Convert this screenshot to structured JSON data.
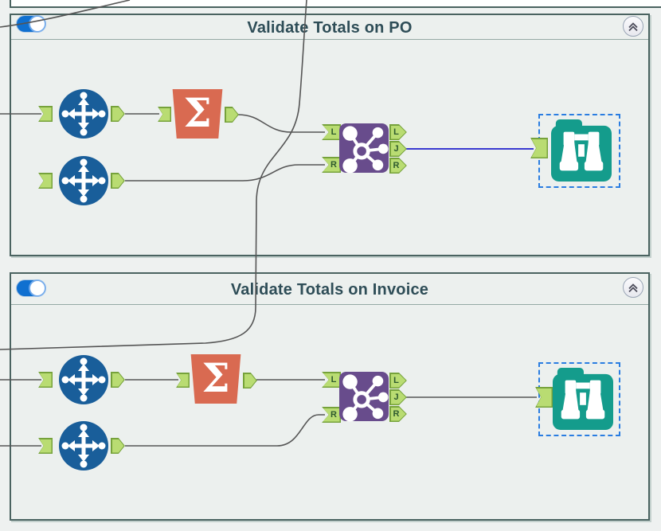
{
  "workflow": {
    "containers": [
      {
        "title": "Validate Totals on PO",
        "toggle_on": true,
        "summarize_glyph": "Σ",
        "join_anchors": {
          "inputs": [
            "L",
            "R"
          ],
          "outputs": [
            "L",
            "J",
            "R"
          ]
        }
      },
      {
        "title": "Validate Totals on Invoice",
        "toggle_on": true,
        "summarize_glyph": "Σ",
        "join_anchors": {
          "inputs": [
            "L",
            "R"
          ],
          "outputs": [
            "L",
            "J",
            "R"
          ]
        }
      }
    ],
    "icons": {
      "select": "four-direction-arrows",
      "summarize": "sigma",
      "join": "molecule-network",
      "browse": "binoculars-on-folder",
      "collapse": "double-chevron-up",
      "toggle": "on-switch"
    },
    "colors": {
      "canvas_bg": "#eef1f0",
      "container_bg": "#ecf0ee",
      "container_border": "#4a6360",
      "header_divider": "#95a9a4",
      "title_text": "#2e4d57",
      "toggle_on_blue": "#1070d0",
      "select_tool_blue": "#195e9a",
      "summarize_orange": "#d96a51",
      "join_purple": "#684c8c",
      "browse_teal": "#149c8c",
      "anchor_green": "#b9dc72",
      "anchor_border_green": "#76a23b",
      "wire_gray": "#555555",
      "selected_wire_blue": "#2121cc",
      "selection_dashed_blue": "#2a7de1"
    }
  }
}
